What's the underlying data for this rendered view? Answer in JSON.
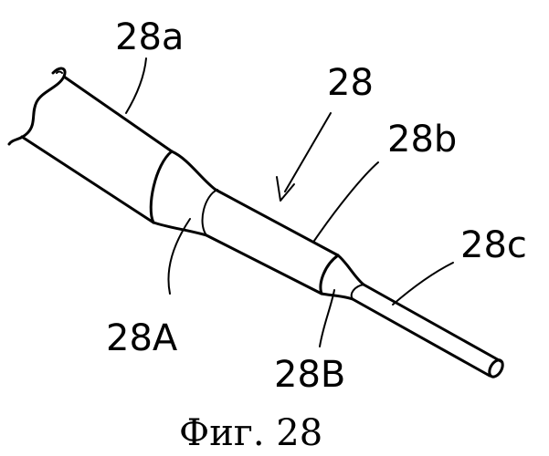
{
  "labels": {
    "part": "28",
    "large_section": "28a",
    "middle_section": "28b",
    "small_section": "28c",
    "first_taper": "28A",
    "second_taper": "28B"
  },
  "caption": "Фиг. 28",
  "colors": {
    "ink": "#000000",
    "background": "#ffffff"
  }
}
